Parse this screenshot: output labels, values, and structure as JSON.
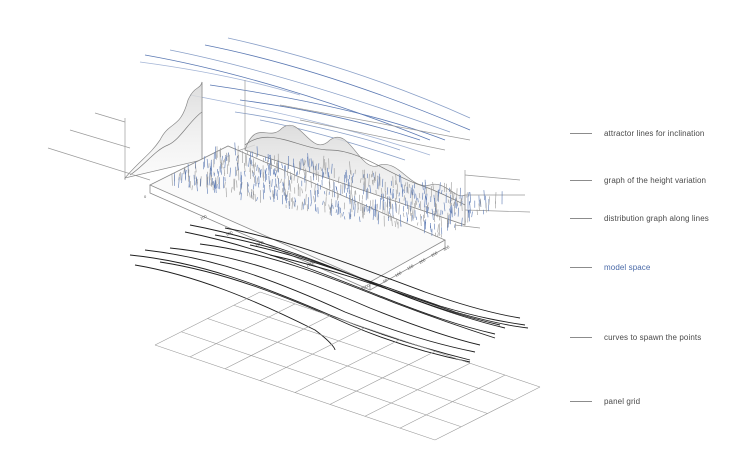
{
  "legend": [
    {
      "label": "attractor lines for inclination",
      "highlight": false
    },
    {
      "label": "graph of the height variation",
      "highlight": false
    },
    {
      "label": "distribution graph along lines",
      "highlight": false
    },
    {
      "label": "model space",
      "highlight": true
    },
    {
      "label": "curves to spawn the points",
      "highlight": false
    },
    {
      "label": "panel grid",
      "highlight": false
    }
  ],
  "dimension_labels": {
    "left_edge": "0",
    "long_edge_ticks": [
      "100",
      "500",
      "1000",
      "1500",
      "2000"
    ],
    "short_edge_ticks": [
      "50",
      "100",
      "150",
      "200",
      "250",
      "300"
    ]
  },
  "colors": {
    "accent": "#4a6aa8",
    "line_gray": "#9a9a9a",
    "curve_dark": "#1e1e1e",
    "text": "#4a4a4a"
  }
}
